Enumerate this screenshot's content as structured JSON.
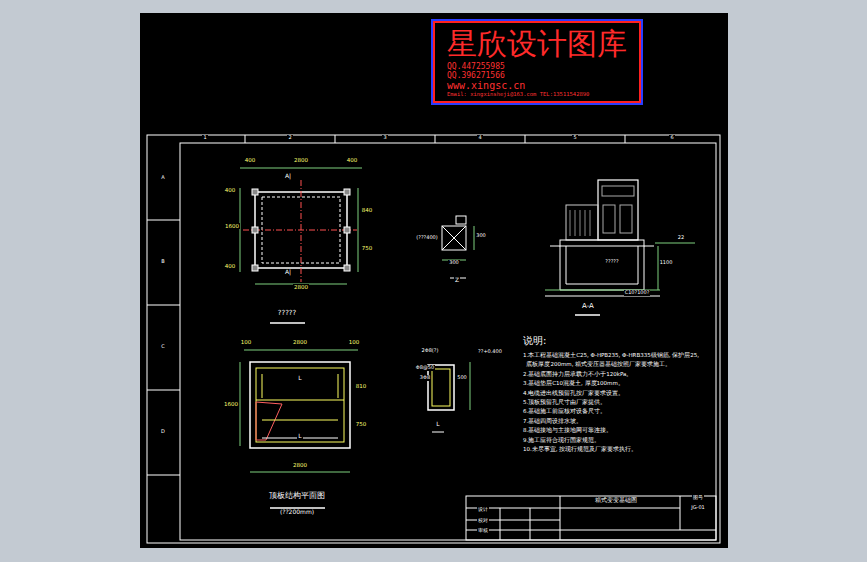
{
  "diagram": {
    "nodes": [
      {
        "text": [
          "星欣设计图库",
          "QQ.447255985",
          "QQ.396271566",
          "www.xingsc.cn",
          "Email: xingxinsheji@163.com  TEL:13511542890"
        ]
      }
    ],
    "labels": [
      "1",
      "2",
      "3",
      "4",
      "5",
      "6",
      "A",
      "B",
      "C",
      "D",
      "400",
      "2800",
      "400",
      "A|",
      "A|",
      "2800",
      "1600",
      "400",
      "400",
      "840",
      "750",
      "?????",
      "(???400)",
      "300",
      "300",
      "Z",
      "A-A",
      "?????",
      "C10?100?",
      "1100",
      "22",
      "100",
      "2800",
      "100",
      "1600",
      "810",
      "750",
      "2800",
      "L",
      "L",
      "顶板结构平面图",
      "(??200mm)",
      "2Φ8(?)",
      "Φ8@50",
      "3Φ8",
      "??+0.400",
      "500",
      "L",
      "说明:",
      "1.本工程基础混凝土C25, Φ-HPB235, Φ-HRB335级钢筋, 保护层25,",
      "  底板厚度200mm, 箱式变压器基础按照厂家要求施工。",
      "2.基础底面持力层承载力不小于120kPa。",
      "3.基础垫层C10混凝土, 厚度100mm。",
      "4.电缆进出线预留孔按厂家要求设置。",
      "5.顶板预留孔尺寸由厂家提供。",
      "6.基础施工前应核对设备尺寸。",
      "7.基础四周设排水坡。",
      "8.基础接地与主接地网可靠连接。",
      "9.施工应符合现行国家规范。",
      "10.未尽事宜, 按现行规范及厂家要求执行。",
      "箱式变变基础图",
      "图号",
      "JG-01",
      "设计",
      "校对",
      "审核"
    ]
  }
}
